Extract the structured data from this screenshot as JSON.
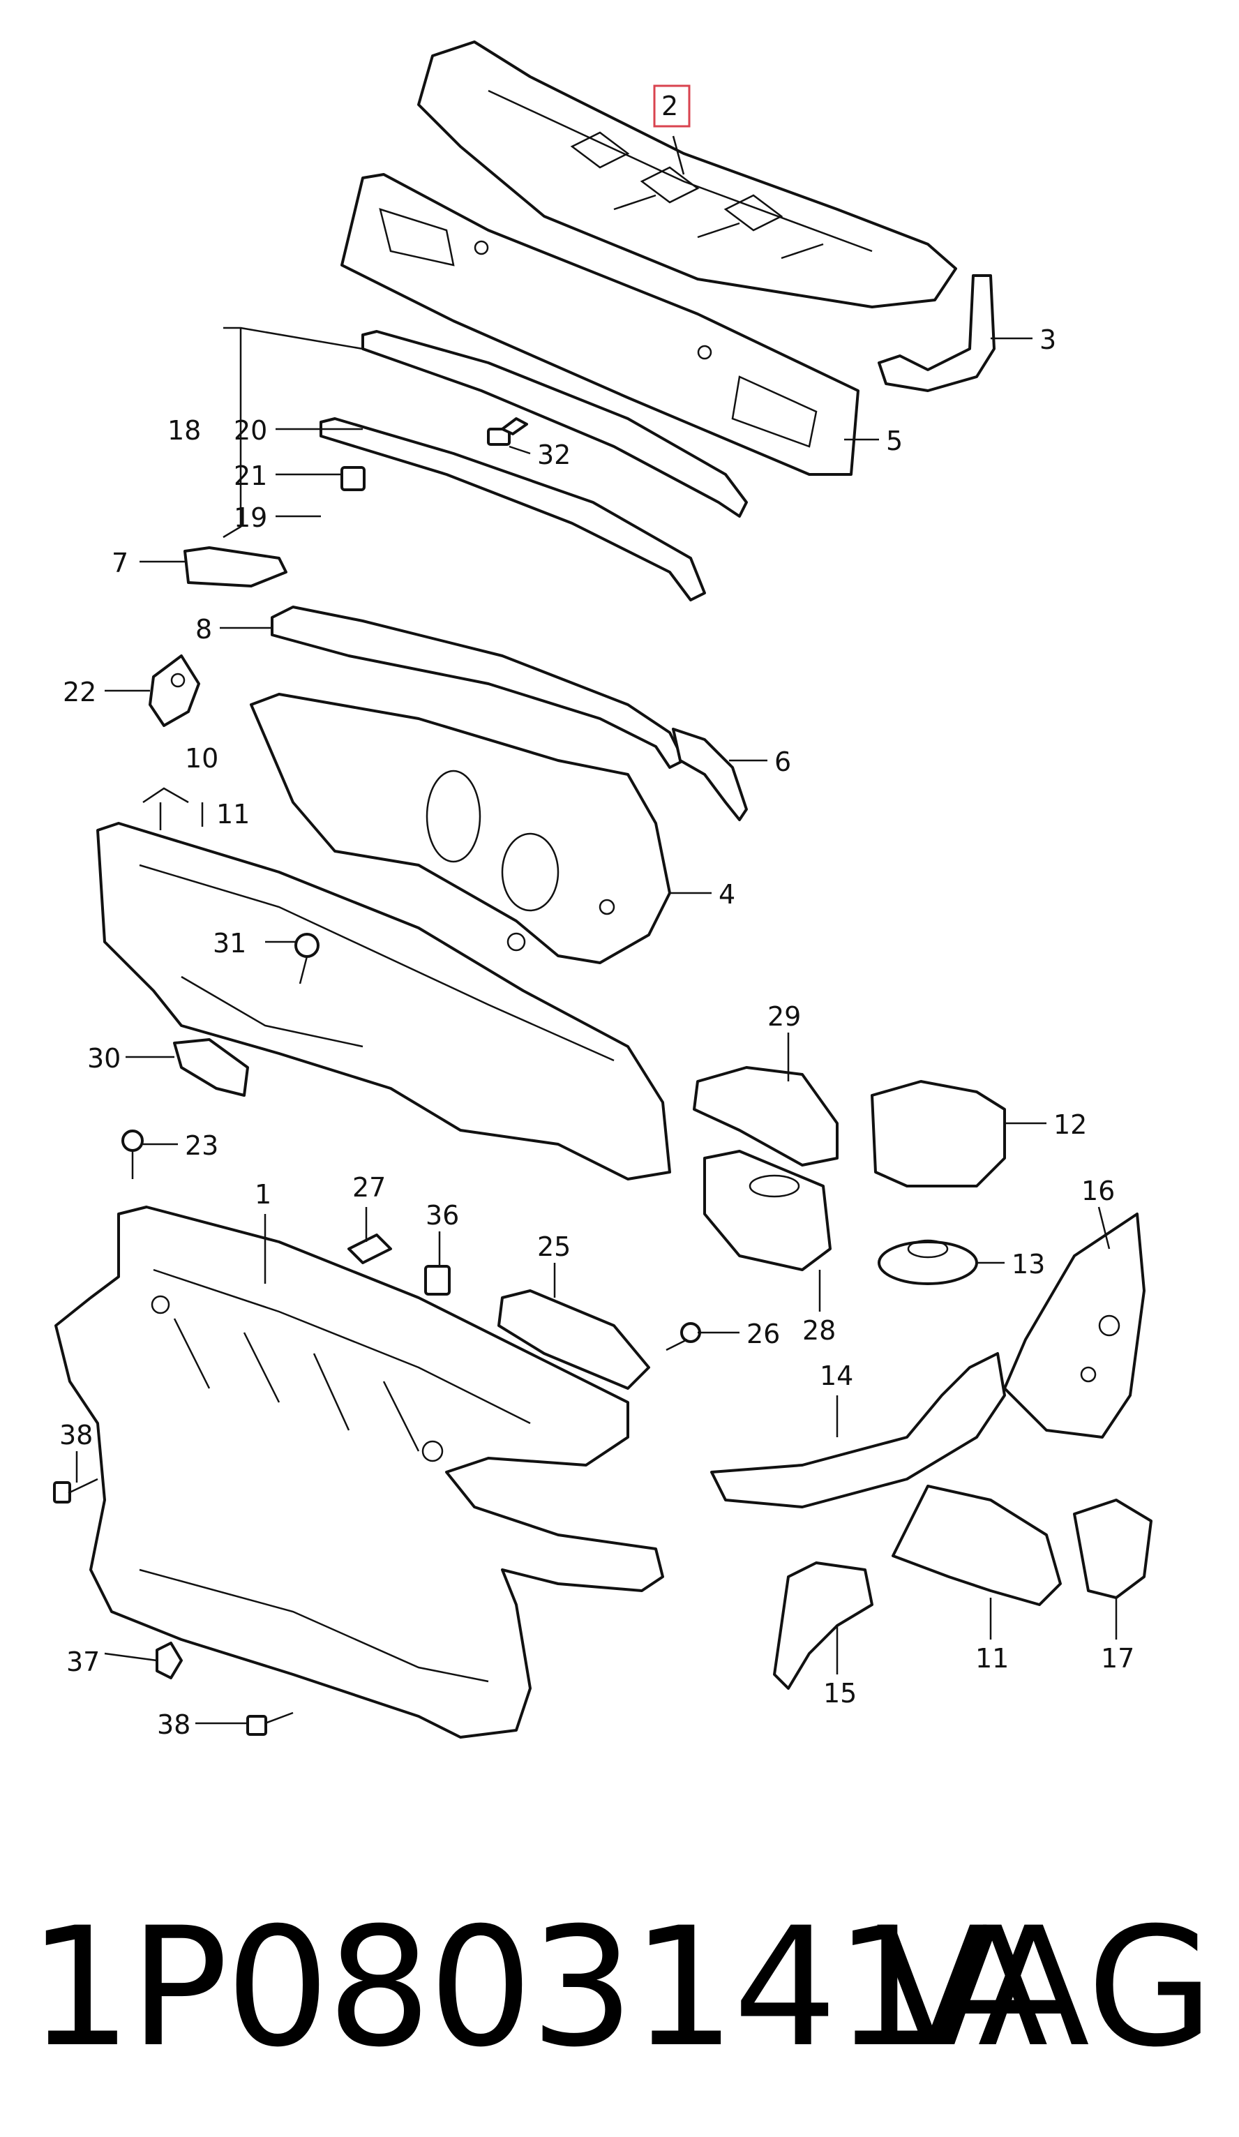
{
  "footer": {
    "part_number": "1P0803141A",
    "brand": "VAG"
  },
  "highlight_color": "#d9434f",
  "callouts": {
    "c1": "1",
    "c2": "2",
    "c3": "3",
    "c4": "4",
    "c5": "5",
    "c6": "6",
    "c7": "7",
    "c8": "8",
    "c10": "10",
    "c11a": "11",
    "c11b": "11",
    "c12": "12",
    "c13": "13",
    "c14": "14",
    "c15": "15",
    "c16": "16",
    "c17": "17",
    "c18": "18",
    "c19": "19",
    "c20": "20",
    "c21": "21",
    "c22": "22",
    "c23": "23",
    "c25": "25",
    "c26": "26",
    "c27": "27",
    "c28": "28",
    "c29": "29",
    "c30": "30",
    "c31": "31",
    "c32": "32",
    "c36": "36",
    "c37": "37",
    "c38a": "38",
    "c38b": "38"
  }
}
